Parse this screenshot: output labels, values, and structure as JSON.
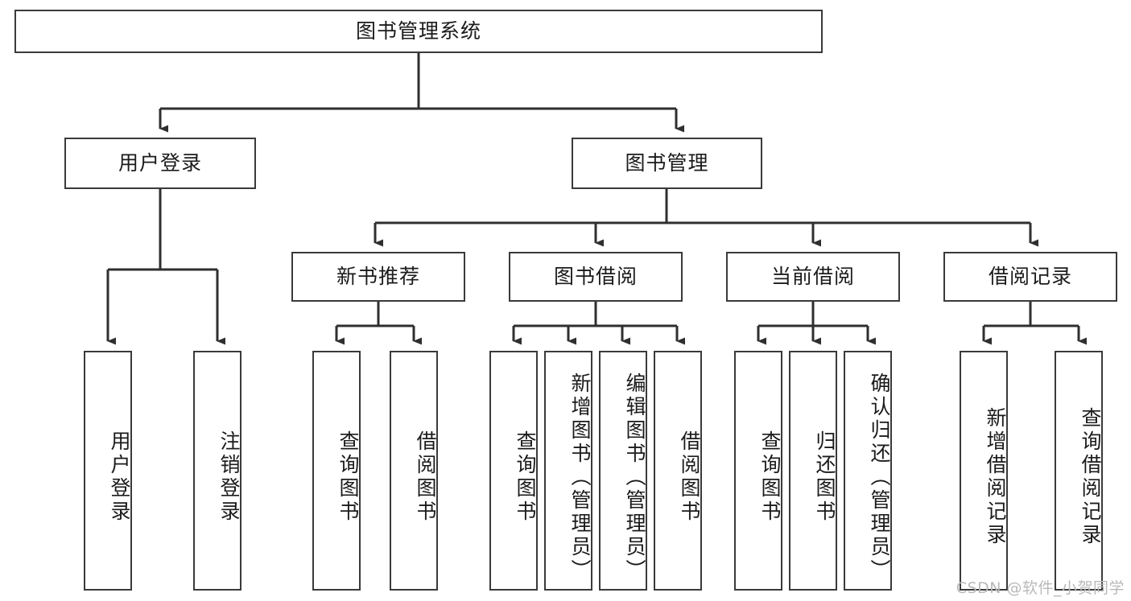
{
  "diagram": {
    "type": "tree-hierarchy",
    "root": {
      "label": "图书管理系统"
    },
    "level1": [
      {
        "label": "用户登录"
      },
      {
        "label": "图书管理"
      }
    ],
    "level2": [
      {
        "label": "新书推荐"
      },
      {
        "label": "图书借阅"
      },
      {
        "label": "当前借阅"
      },
      {
        "label": "借阅记录"
      }
    ],
    "leaves": {
      "user_login": [
        {
          "label": "用户登录"
        },
        {
          "label": "注销登录"
        }
      ],
      "new_book_recommend": [
        {
          "label": "查询图书"
        },
        {
          "label": "借阅图书"
        }
      ],
      "book_borrow": [
        {
          "label": "查询图书"
        },
        {
          "label": "新增图书（管理员）"
        },
        {
          "label": "编辑图书（管理员）"
        },
        {
          "label": "借阅图书"
        }
      ],
      "current_borrow": [
        {
          "label": "查询图书"
        },
        {
          "label": "归还图书"
        },
        {
          "label": "确认归还（管理员）"
        }
      ],
      "borrow_record": [
        {
          "label": "新增借阅记录"
        },
        {
          "label": "查询借阅记录"
        }
      ]
    }
  },
  "watermark": {
    "text": "CSDN @软件_小贺同学"
  },
  "colors": {
    "box_border": "#3a3a3a",
    "box_fill": "#ffffff",
    "connector": "#2f2f2f",
    "text": "#1b1b1b",
    "watermark": "#b9b9b9"
  }
}
